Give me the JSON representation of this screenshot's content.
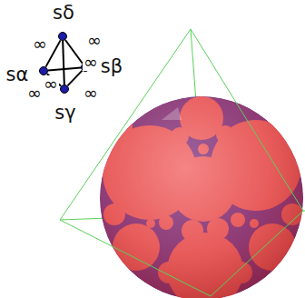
{
  "diagram": {
    "nodes": [
      {
        "text": [
          "sδ"
        ]
      },
      {
        "text": [
          "sα"
        ]
      },
      {
        "text": [
          "sβ"
        ]
      },
      {
        "text": [
          "sγ"
        ]
      }
    ],
    "edges": [
      {
        "from": 0,
        "to": 1,
        "arrow": "none",
        "label": "∞"
      },
      {
        "from": 0,
        "to": 2,
        "arrow": "none",
        "label": "∞"
      },
      {
        "from": 0,
        "to": 3,
        "arrow": "none",
        "label": "∞"
      },
      {
        "from": 1,
        "to": 2,
        "arrow": "none",
        "label": "∞"
      },
      {
        "from": 1,
        "to": 3,
        "arrow": "none",
        "label": "∞"
      },
      {
        "from": 2,
        "to": 3,
        "arrow": "none",
        "label": "∞"
      }
    ]
  }
}
